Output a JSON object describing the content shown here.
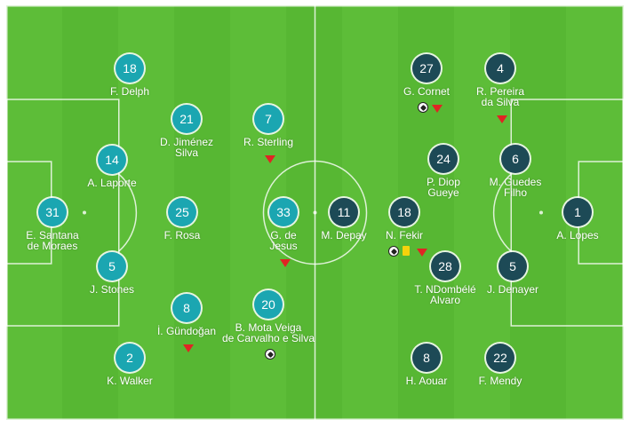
{
  "colors": {
    "home": "#1ba6b1",
    "away": "#1d4a56",
    "pitch_light": "#5cbb37",
    "pitch_dark": "#52b22f",
    "sub_marker": "#e02424",
    "yellow_card": "#f5d20c"
  },
  "event_icons": {
    "sub": "substitution-arrow-icon",
    "goal": "goal-ball-icon",
    "yellow": "yellow-card-icon"
  },
  "players": [
    {
      "team": "home",
      "number": "18",
      "name": "F. Delph",
      "events": []
    },
    {
      "team": "home",
      "number": "21",
      "name": "D. Jiménez\nSilva",
      "events": []
    },
    {
      "team": "home",
      "number": "7",
      "name": "R. Sterling",
      "events": [
        "sub"
      ]
    },
    {
      "team": "home",
      "number": "14",
      "name": "A. Laporte",
      "events": []
    },
    {
      "team": "home",
      "number": "31",
      "name": "E. Santana\nde Moraes",
      "events": []
    },
    {
      "team": "home",
      "number": "25",
      "name": "F. Rosa",
      "events": []
    },
    {
      "team": "home",
      "number": "33",
      "name": "G. de\nJesus",
      "events": [
        "sub"
      ]
    },
    {
      "team": "home",
      "number": "5",
      "name": "J. Stones",
      "events": []
    },
    {
      "team": "home",
      "number": "8",
      "name": "İ. Gündoğan",
      "events": [
        "sub"
      ]
    },
    {
      "team": "home",
      "number": "20",
      "name": "B. Mota Veiga\nde Carvalho e Silva",
      "events": [
        "goal"
      ]
    },
    {
      "team": "home",
      "number": "2",
      "name": "K. Walker",
      "events": []
    },
    {
      "team": "away",
      "number": "27",
      "name": "G. Cornet",
      "events": [
        "goal",
        "sub"
      ]
    },
    {
      "team": "away",
      "number": "4",
      "name": "R. Pereira\nda Silva",
      "events": [
        "sub"
      ]
    },
    {
      "team": "away",
      "number": "24",
      "name": "P. Diop\nGueye",
      "events": []
    },
    {
      "team": "away",
      "number": "6",
      "name": "M. Guedes\nFilho",
      "events": []
    },
    {
      "team": "away",
      "number": "11",
      "name": "M. Depay",
      "events": []
    },
    {
      "team": "away",
      "number": "18",
      "name": "N. Fekir",
      "events": [
        "goal",
        "yellow",
        "sub"
      ]
    },
    {
      "team": "away",
      "number": "1",
      "name": "A. Lopes",
      "events": []
    },
    {
      "team": "away",
      "number": "28",
      "name": "T. NDombélé\nAlvaro",
      "events": []
    },
    {
      "team": "away",
      "number": "5",
      "name": "J. Denayer",
      "events": []
    },
    {
      "team": "away",
      "number": "8",
      "name": "H. Aouar",
      "events": []
    },
    {
      "team": "away",
      "number": "22",
      "name": "F. Mendy",
      "events": []
    }
  ]
}
